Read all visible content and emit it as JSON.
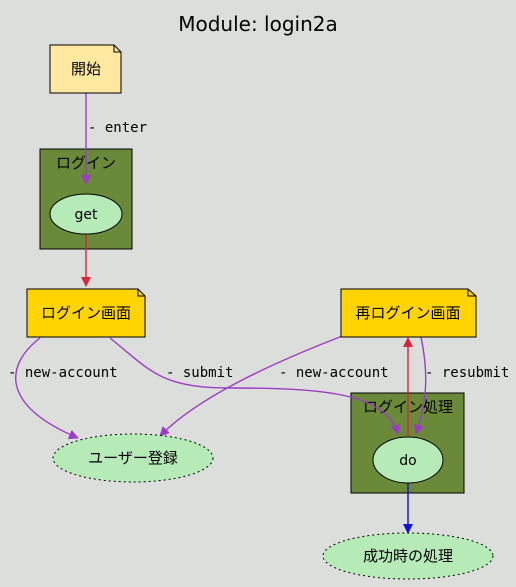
{
  "title": "Module: login2a",
  "colors": {
    "background": "#dcdedb",
    "cluster_fill": "#6a8a3a",
    "note_start": "#ffe8a0",
    "note_screen": "#ffd400",
    "ellipse_fill": "#b6ebb8",
    "edge_purple": "#9b3cc8",
    "edge_red": "#d8243c",
    "edge_blue": "#1010d8"
  },
  "clusters": {
    "login": "ログイン",
    "process": "ログイン処理"
  },
  "nodes": {
    "start": "開始",
    "get": "get",
    "login_screen": "ログイン画面",
    "relogin_screen": "再ログイン画面",
    "do": "do",
    "user_register": "ユーザー登録",
    "success": "成功時の処理"
  },
  "edges": {
    "enter": "- enter",
    "new_account_1": "- new-account",
    "submit": "- submit",
    "new_account_2": "- new-account",
    "resubmit": "- resubmit"
  }
}
